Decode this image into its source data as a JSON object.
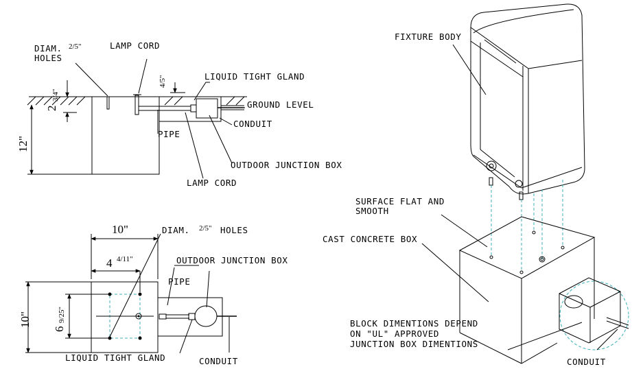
{
  "section_view": {
    "labels": {
      "diam_holes_1": "DIAM.",
      "diam_holes_frac": "2/5\"",
      "diam_holes_2": "HOLES",
      "lamp_cord_top": "LAMP CORD",
      "liquid_tight_gland": "LIQUID TIGHT GLAND",
      "ground_level": "GROUND LEVEL",
      "conduit": "CONDUIT",
      "pipe": "PIPE",
      "outdoor_junction_box": "OUTDOOR JUNCTION BOX",
      "lamp_cord_bottom": "LAMP CORD"
    },
    "dims": {
      "depth_whole": "2",
      "depth_frac": "3/4\"",
      "gland_frac": "4/5\"",
      "height_12": "12\""
    }
  },
  "plan_view": {
    "labels": {
      "diam_holes": "DIAM.",
      "diam_frac": "2/5\"",
      "holes": "HOLES",
      "outdoor_junction_box": "OUTDOOR JUNCTION BOX",
      "pipe": "PIPE",
      "liquid_tight_gland": "LIQUID TIGHT GLAND",
      "conduit": "CONDUIT"
    },
    "dims": {
      "width_10": "10\"",
      "inner_whole": "4",
      "inner_frac": "4/11\"",
      "height_10": "10\"",
      "inner_h_whole": "6",
      "inner_h_frac": "9/25\""
    }
  },
  "iso_view": {
    "labels": {
      "fixture_body": "FIXTURE BODY",
      "surface_1": "SURFACE FLAT AND",
      "surface_2": "SMOOTH",
      "cast_concrete_box": "CAST CONCRETE BOX",
      "block_1": "BLOCK DIMENTIONS DEPEND",
      "block_2": "ON \"UL\" APPROVED",
      "block_3": "JUNCTION BOX DIMENTIONS",
      "conduit": "CONDUIT"
    }
  },
  "colors": {
    "line": "#000000",
    "hidden": "#38b0b8",
    "background": "#ffffff"
  }
}
